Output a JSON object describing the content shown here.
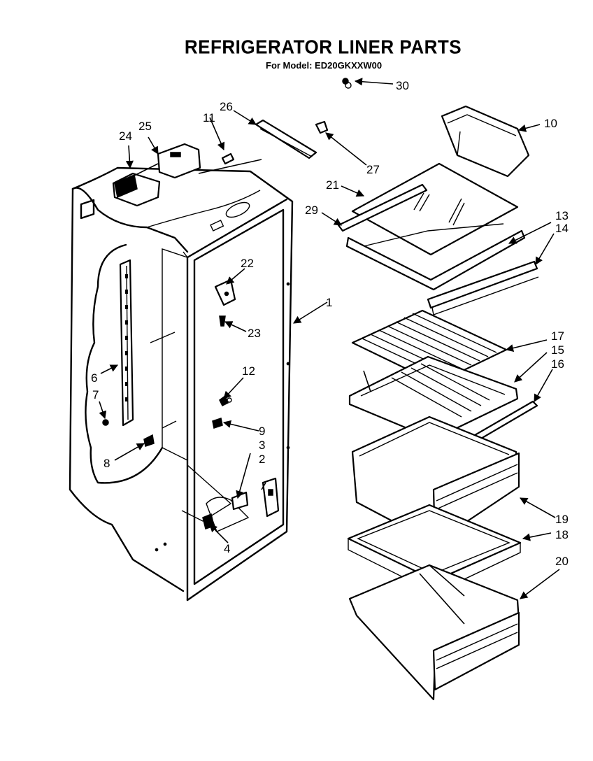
{
  "title": "REFRIGERATOR LINER PARTS",
  "subtitle": "For Model: ED20GKXXW00",
  "callouts": {
    "c1": "1",
    "c2": "2",
    "c3": "3",
    "c4": "4",
    "c6": "6",
    "c7": "7",
    "c8": "8",
    "c9": "9",
    "c10": "10",
    "c11": "11",
    "c12": "12",
    "c13": "13",
    "c14": "14",
    "c15": "15",
    "c16": "16",
    "c17": "17",
    "c18": "18",
    "c19": "19",
    "c20": "20",
    "c21": "21",
    "c22": "22",
    "c23": "23",
    "c24": "24",
    "c25": "25",
    "c26": "26",
    "c27": "27",
    "c29": "29",
    "c30": "30"
  }
}
